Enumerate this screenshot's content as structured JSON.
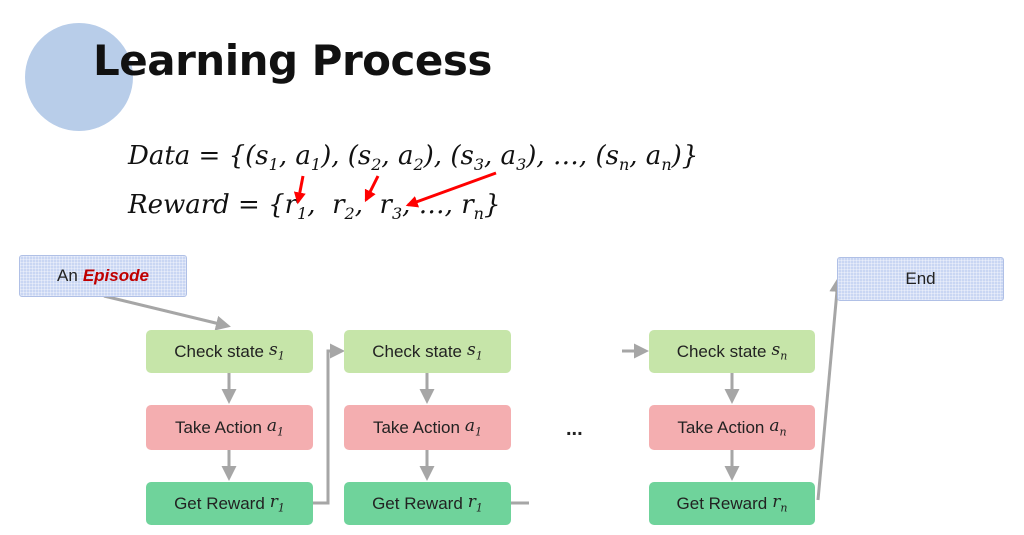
{
  "title": "Learning Process",
  "formulas": {
    "data_prefix": "Data = {(",
    "data_s1": "s",
    "data_s1_sub": "1",
    "data_a1": "a",
    "data_a1_sub": "1",
    "data_s2": "s",
    "data_s2_sub": "2",
    "data_a2": "a",
    "data_a2_sub": "2",
    "data_s3": "s",
    "data_s3_sub": "3",
    "data_a3": "a",
    "data_a3_sub": "3",
    "data_sn": "s",
    "data_sn_sub": "n",
    "data_an": "a",
    "data_an_sub": "n",
    "reward_prefix": "Reward = {",
    "r": "r",
    "r1_sub": "1",
    "r2_sub": "2",
    "r3_sub": "3",
    "rn_sub": "n"
  },
  "episode": {
    "prefix": "An",
    "highlight": "Episode"
  },
  "end_label": "End",
  "labels": {
    "check_state": "Check state",
    "take_action": "Take Action",
    "get_reward": "Get Reward"
  },
  "vars": {
    "s": "s",
    "a": "a",
    "r": "r",
    "col1_sub": "1",
    "col2_sub": "1",
    "col3_sub": "n"
  },
  "ellipsis": "...",
  "colors": {
    "check_state": "#c6e5a9",
    "take_action": "#f4aeb0",
    "get_reward": "#6fd39b",
    "episode_box": "#c9d6f3",
    "highlight_text": "#c00000",
    "arrow": "#a6a6a6",
    "pointer_arrow": "#ff0000",
    "title_circle": "#b8cde9"
  }
}
